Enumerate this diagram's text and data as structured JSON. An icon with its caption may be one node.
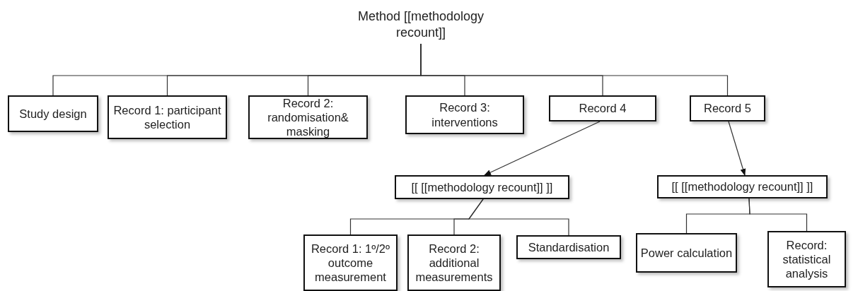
{
  "diagram": {
    "nodes": [
      {
        "text": [
          "Method [[methodology recount]]"
        ]
      },
      {
        "text": [
          "Study design"
        ]
      },
      {
        "text": [
          "Record 1: participant selection"
        ]
      },
      {
        "text": [
          "Record 2: randomisation& masking"
        ]
      },
      {
        "text": [
          "Record 3: interventions"
        ]
      },
      {
        "text": [
          "Record 4"
        ]
      },
      {
        "text": [
          "Record 5"
        ]
      },
      {
        "text": [
          "[[ [[methodology recount]] ]]"
        ]
      },
      {
        "text": [
          "Record 1: 1º/2º outcome measurement"
        ]
      },
      {
        "text": [
          "Record 2: additional measurements"
        ]
      },
      {
        "text": [
          "Standardisation"
        ]
      },
      {
        "text": [
          "[[ [[methodology recount]] ]]"
        ]
      },
      {
        "text": [
          "Power calculation"
        ]
      },
      {
        "text": [
          "Record: statistical analysis"
        ]
      }
    ],
    "edges": [
      {
        "from": 0,
        "to": 1,
        "arrow": "none"
      },
      {
        "from": 0,
        "to": 2,
        "arrow": "none"
      },
      {
        "from": 0,
        "to": 3,
        "arrow": "none"
      },
      {
        "from": 0,
        "to": 4,
        "arrow": "none"
      },
      {
        "from": 0,
        "to": 5,
        "arrow": "none"
      },
      {
        "from": 0,
        "to": 6,
        "arrow": "none"
      },
      {
        "from": 5,
        "to": 7,
        "arrow": "to"
      },
      {
        "from": 6,
        "to": 11,
        "arrow": "to"
      },
      {
        "from": 7,
        "to": 8,
        "arrow": "none"
      },
      {
        "from": 7,
        "to": 9,
        "arrow": "none"
      },
      {
        "from": 7,
        "to": 10,
        "arrow": "none"
      },
      {
        "from": 11,
        "to": 12,
        "arrow": "none"
      },
      {
        "from": 11,
        "to": 13,
        "arrow": "none"
      }
    ]
  }
}
